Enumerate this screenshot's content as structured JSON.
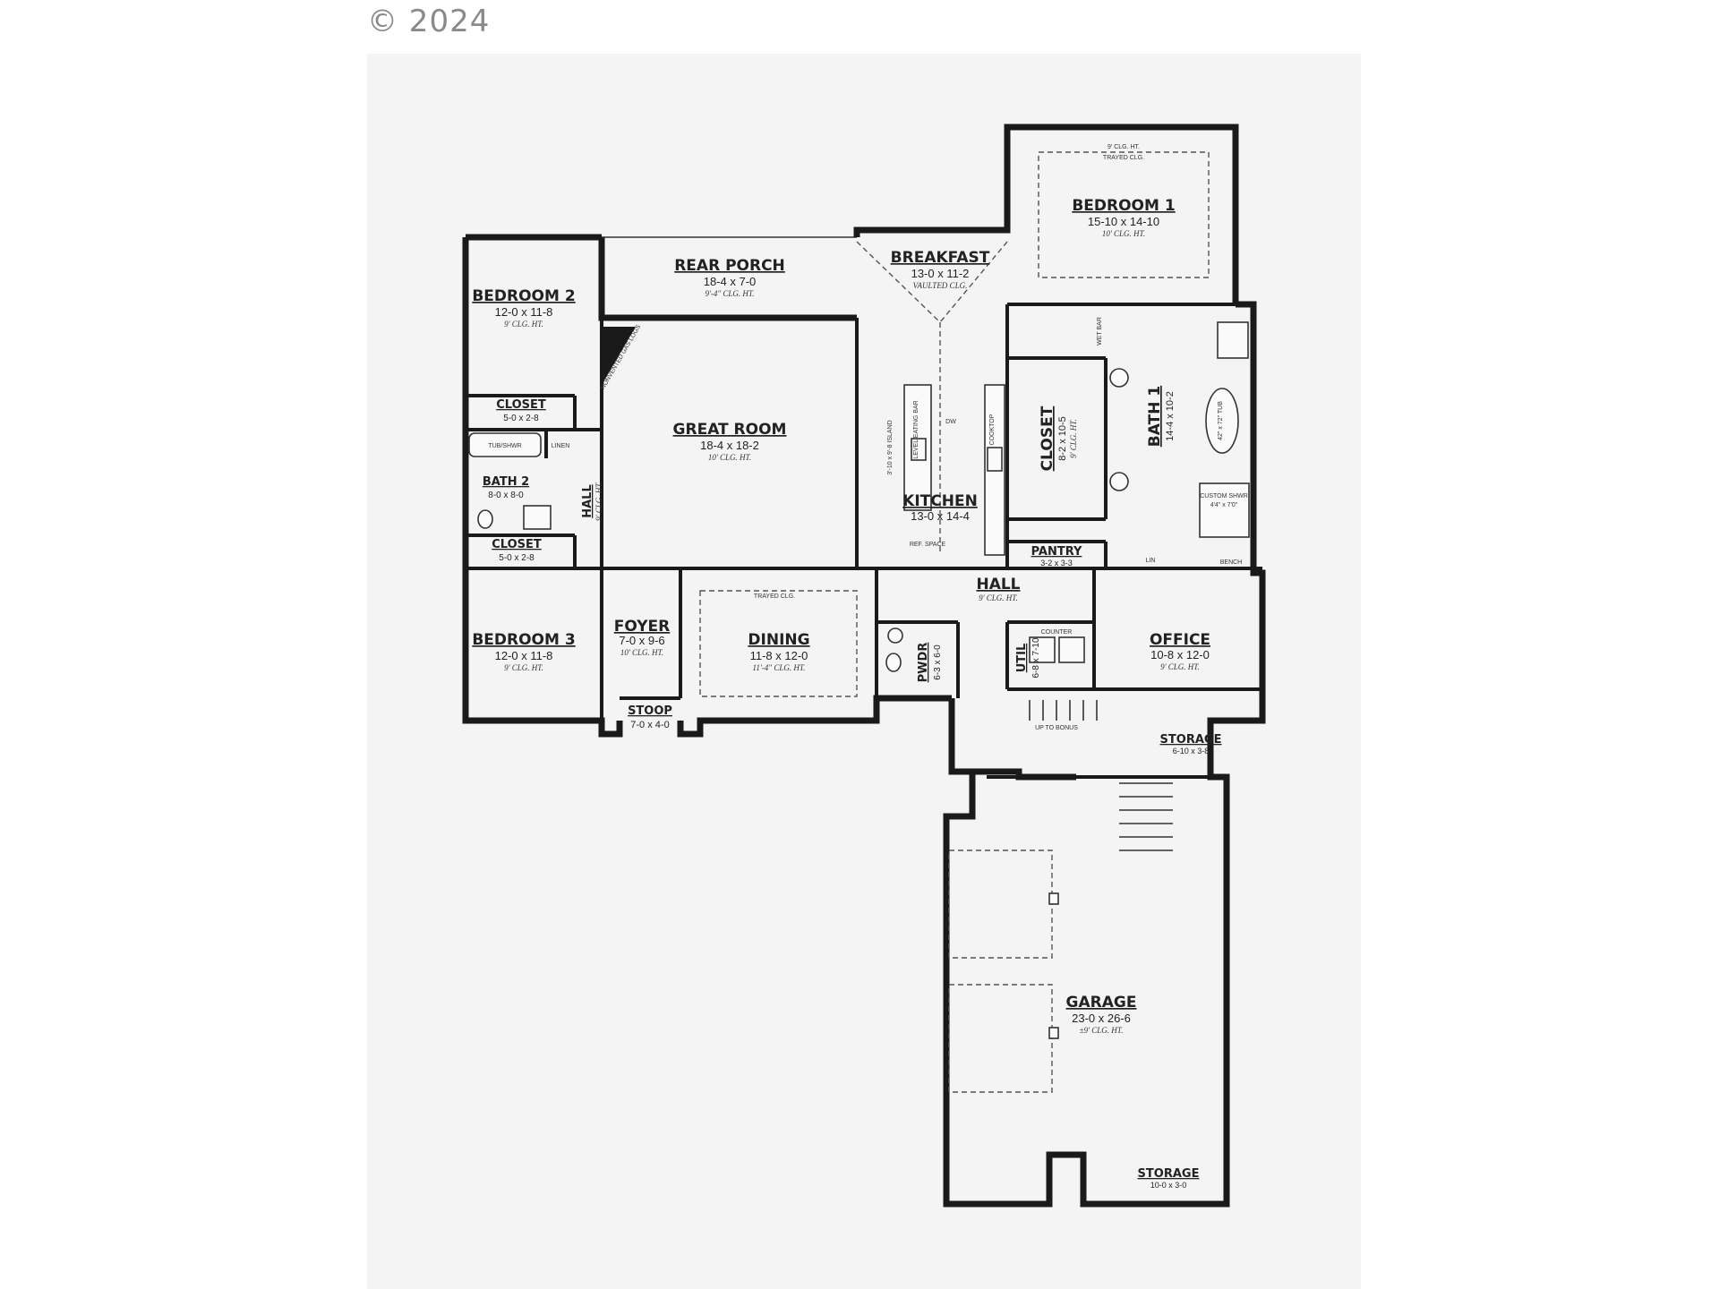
{
  "copyright": "© 2024",
  "rooms": {
    "bedroom1": {
      "name": "BEDROOM 1",
      "dims": "15-10 x 14-10",
      "ceiling": "10' CLG. HT.",
      "note": "9' CLG. HT.",
      "tray": "TRAYED CLG."
    },
    "rear_porch": {
      "name": "REAR PORCH",
      "dims": "18-4 x 7-0",
      "ceiling": "9'-4\" CLG. HT."
    },
    "breakfast": {
      "name": "BREAKFAST",
      "dims": "13-0 x 11-2",
      "ceiling": "VAULTED CLG."
    },
    "bedroom2": {
      "name": "BEDROOM 2",
      "dims": "12-0 x 11-8",
      "ceiling": "9' CLG. HT."
    },
    "closet_b2": {
      "name": "CLOSET",
      "dims": "5-0 x 2-8"
    },
    "great_room": {
      "name": "GREAT ROOM",
      "dims": "18-4 x 18-2",
      "ceiling": "10' CLG. HT."
    },
    "bath2": {
      "name": "BATH 2",
      "dims": "8-0 x 8-0"
    },
    "kitchen": {
      "name": "KITCHEN",
      "dims": "13-0 x 14-4"
    },
    "closet_m": {
      "name": "CLOSET",
      "dims": "8-2 x 10-5",
      "ceiling": "9' CLG. HT."
    },
    "bath1": {
      "name": "BATH 1",
      "dims": "14-4 x 10-2"
    },
    "closet_b3": {
      "name": "CLOSET",
      "dims": "5-0 x 2-8"
    },
    "hall_side": {
      "name": "HALL",
      "ceiling": "9' CLG. HT."
    },
    "pantry": {
      "name": "PANTRY",
      "dims": "3-2 x 3-3"
    },
    "hall": {
      "name": "HALL",
      "ceiling": "9' CLG. HT."
    },
    "bedroom3": {
      "name": "BEDROOM 3",
      "dims": "12-0 x 11-8",
      "ceiling": "9' CLG. HT."
    },
    "foyer": {
      "name": "FOYER",
      "dims": "7-0 x 9-6",
      "ceiling": "10' CLG. HT."
    },
    "dining": {
      "name": "DINING",
      "dims": "11-8 x 12-0",
      "ceiling": "11'-4\" CLG. HT.",
      "note": "TRAYED CLG."
    },
    "pwdr": {
      "name": "PWDR",
      "dims": "6-3 x 6-0"
    },
    "util": {
      "name": "UTIL",
      "dims": "6-8 x 7-10"
    },
    "office": {
      "name": "OFFICE",
      "dims": "10-8 x 12-0",
      "ceiling": "9' CLG. HT."
    },
    "stoop": {
      "name": "STOOP",
      "dims": "7-0 x 4-0"
    },
    "storage1": {
      "name": "STORAGE",
      "dims": "6-10 x 3-8"
    },
    "garage": {
      "name": "GARAGE",
      "dims": "23-0 x 26-6",
      "ceiling": "±9' CLG. HT."
    },
    "storage2": {
      "name": "STORAGE",
      "dims": "10-0 x 3-0"
    }
  },
  "labels": {
    "tub_shower": "TUB/SHWR",
    "linen": "LINEN",
    "bench": "BENCH",
    "custom_shower": "CUSTOM SHWR",
    "shower_size": "4'4\" x 7'0\"",
    "tub_size": "42\" x 72\" TUB",
    "wet_bar": "WET BAR",
    "ref_space": "REF. SPACE",
    "cooktop": "COOKTOP",
    "island": "3'-10 x 9'-8 ISLAND",
    "eating_bar": "LEVEL EATING BAR",
    "dw": "DW",
    "counter": "COUNTER",
    "to_bonus": "UP TO BONUS",
    "fireplace": "NONVENTED GAS LOGS",
    "lin": "LIN"
  }
}
